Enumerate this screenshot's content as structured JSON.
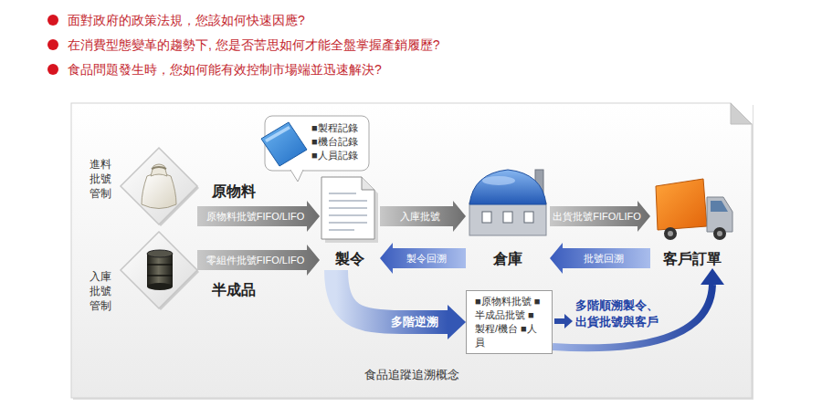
{
  "diagram": {
    "caption": "食品追蹤追溯概念",
    "nodes": [
      {
        "text": [
          "進料 批號 管制",
          "原物料"
        ]
      },
      {
        "text": [
          "入庫 批號 管制",
          "半成品"
        ]
      },
      {
        "text": [
          "■製程記錄 ■機台記錄 ■人員記錄"
        ]
      },
      {
        "text": [
          "製令"
        ]
      },
      {
        "text": [
          "倉庫"
        ]
      },
      {
        "text": [
          "客戶訂單"
        ]
      },
      {
        "text": [
          "■原物料批號 ■半成品批號 ■製程/機台 ■人員"
        ]
      }
    ],
    "edges": [
      {
        "from": 0,
        "to": 3,
        "label": "原物料批號FIFO/LIFO",
        "arrow": "to"
      },
      {
        "from": 1,
        "to": 3,
        "label": "零組件批號FIFO/LIFO",
        "arrow": "to"
      },
      {
        "from": 3,
        "to": 4,
        "label": "入庫批號",
        "arrow": "to"
      },
      {
        "from": 4,
        "to": 3,
        "label": "製令回溯",
        "arrow": "to"
      },
      {
        "from": 4,
        "to": 5,
        "label": "出貨批號FIFO/LIFO",
        "arrow": "to"
      },
      {
        "from": 5,
        "to": 4,
        "label": "批號回溯",
        "arrow": "to"
      },
      {
        "from": 3,
        "to": 6,
        "label": "多階逆溯",
        "arrow": "to"
      },
      {
        "from": 6,
        "to": 5,
        "label": "多階順溯製令、 出貨批號與客戶",
        "arrow": "to"
      }
    ],
    "labels": [
      "面對政府的政策法規，您該如何快速因應?",
      "在消費型態變革的趨勢下, 您是否苦思如何才能全盤掌握產銷履歷?",
      "食品問題發生時，您如何能有效控制市場端並迅速解決?"
    ]
  }
}
